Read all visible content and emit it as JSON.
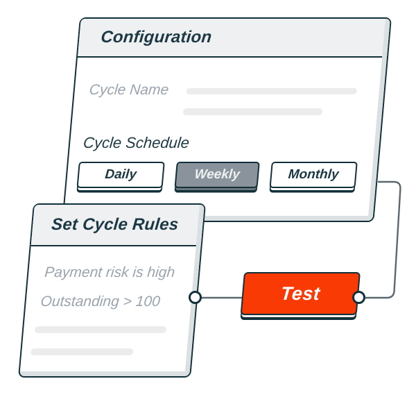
{
  "colors": {
    "ink": "#11303a",
    "title_text": "#1b3843",
    "muted_text": "#9aa4ad",
    "header_bg": "#eef0f2",
    "bevel": "#dbe0e2",
    "selected_bg": "#8a939b",
    "selected_text": "#eef1f2",
    "accent_red": "#fa3a05",
    "connector": "#5c6870",
    "skeleton_bar": "#ececed"
  },
  "configuration_card": {
    "title": "Configuration",
    "cycle_name_label": "Cycle Name",
    "cycle_schedule_label": "Cycle Schedule",
    "schedule_options": [
      {
        "label": "Daily",
        "selected": false
      },
      {
        "label": "Weekly",
        "selected": true
      },
      {
        "label": "Monthly",
        "selected": false
      }
    ]
  },
  "rules_card": {
    "title": "Set Cycle Rules",
    "rules": [
      "Payment risk is high",
      "Outstanding > 100"
    ]
  },
  "test_node": {
    "label": "Test"
  }
}
